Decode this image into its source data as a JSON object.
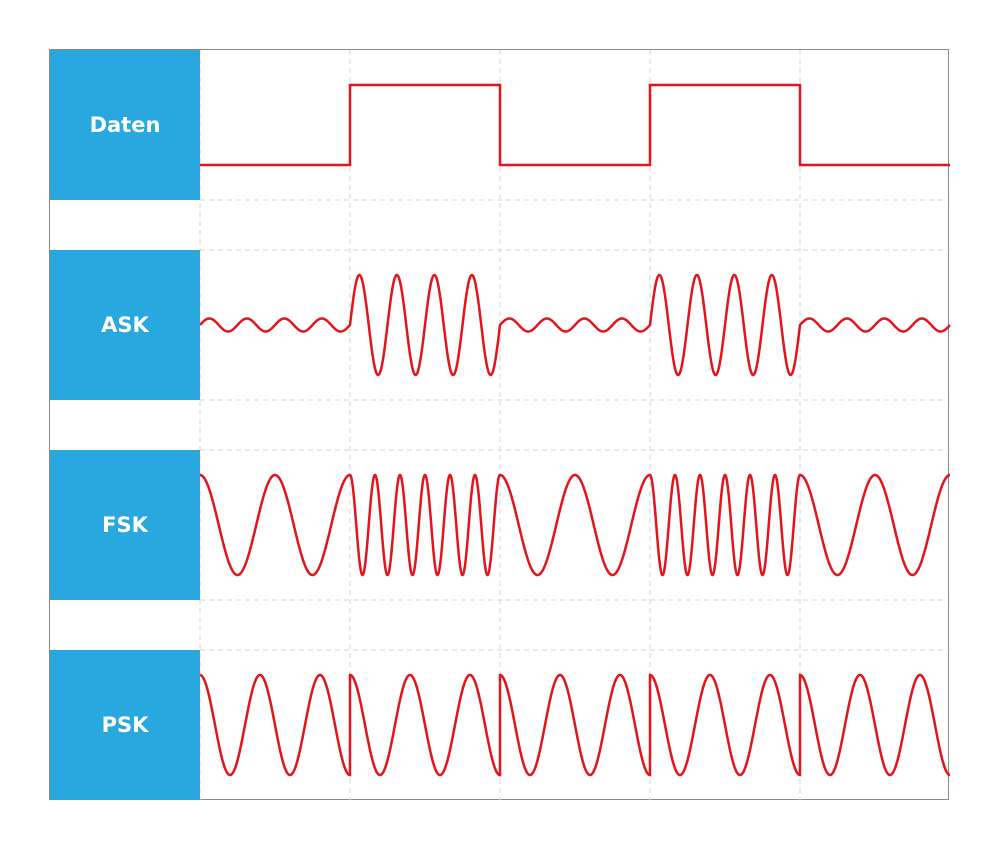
{
  "rows": [
    {
      "id": "daten",
      "label": "Daten"
    },
    {
      "id": "ask",
      "label": "ASK"
    },
    {
      "id": "fsk",
      "label": "FSK"
    },
    {
      "id": "psk",
      "label": "PSK"
    }
  ],
  "data_bits": [
    0,
    1,
    0,
    1,
    0
  ],
  "colors": {
    "label_fill": "#29a8df",
    "label_text": "#ffffff",
    "signal": "#e3141b",
    "grid": "#d6d6d6",
    "frame": "#8a8a8a"
  },
  "modulation": {
    "ask": {
      "carrier_cycles_per_bit": 4,
      "amplitude_zero": 0.13,
      "amplitude_one": 1.0
    },
    "fsk": {
      "cycles_per_bit_zero": 2,
      "cycles_per_bit_one": 6
    },
    "psk": {
      "carrier_cycles_per_bit": 2.5
    }
  }
}
